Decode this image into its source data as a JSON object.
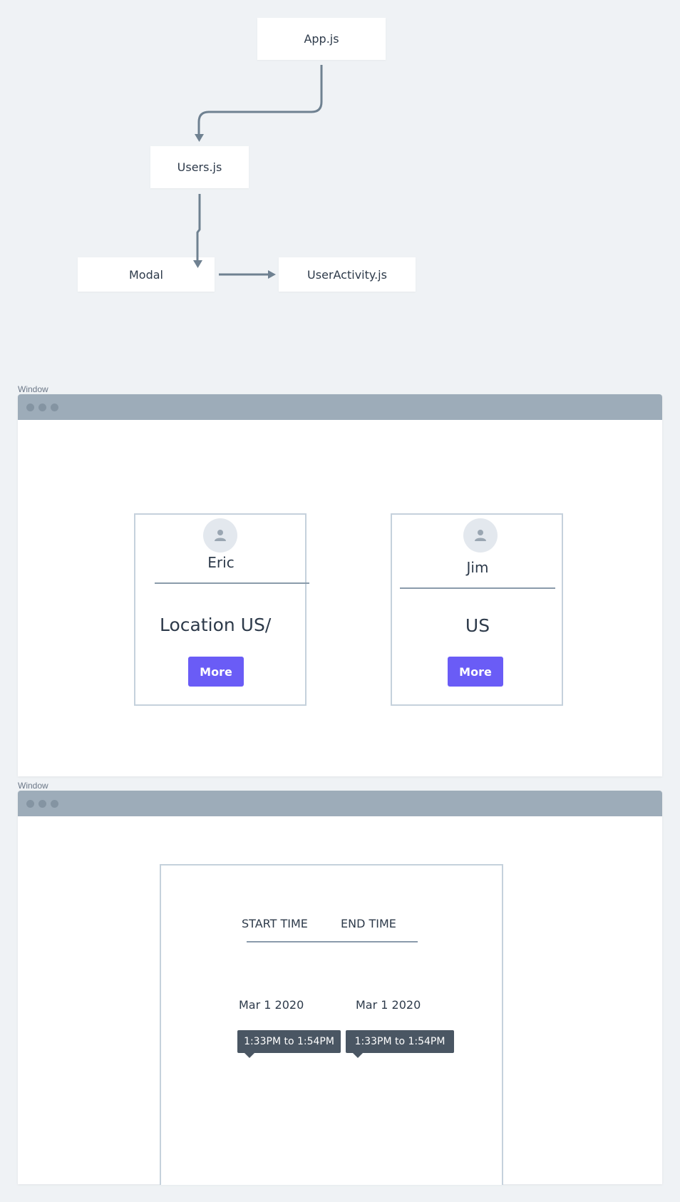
{
  "diagram": {
    "nodes": {
      "app": "App.js",
      "users": "Users.js",
      "modal": "Modal",
      "activity": "UserActivity.js"
    }
  },
  "windows": [
    {
      "caption": "Window",
      "cards": [
        {
          "name": "Eric",
          "detail": "Location US/",
          "button": "More"
        },
        {
          "name": "Jim",
          "detail": "US",
          "button": "More"
        }
      ]
    },
    {
      "caption": "Window",
      "headers": {
        "start": "START TIME",
        "end": "END TIME"
      },
      "dates": [
        "Mar 1 2020",
        "Mar 1 2020"
      ],
      "ranges": [
        "1:33PM to 1:54PM",
        "1:33PM to 1:54PM"
      ]
    }
  ],
  "colors": {
    "page_bg": "#eff2f5",
    "titlebar": "#9dacb9",
    "connector": "#6f8191",
    "button": "#6a5cf6",
    "tooltip": "#4a5663"
  },
  "icons": [
    "user-icon",
    "arrow-icon"
  ]
}
